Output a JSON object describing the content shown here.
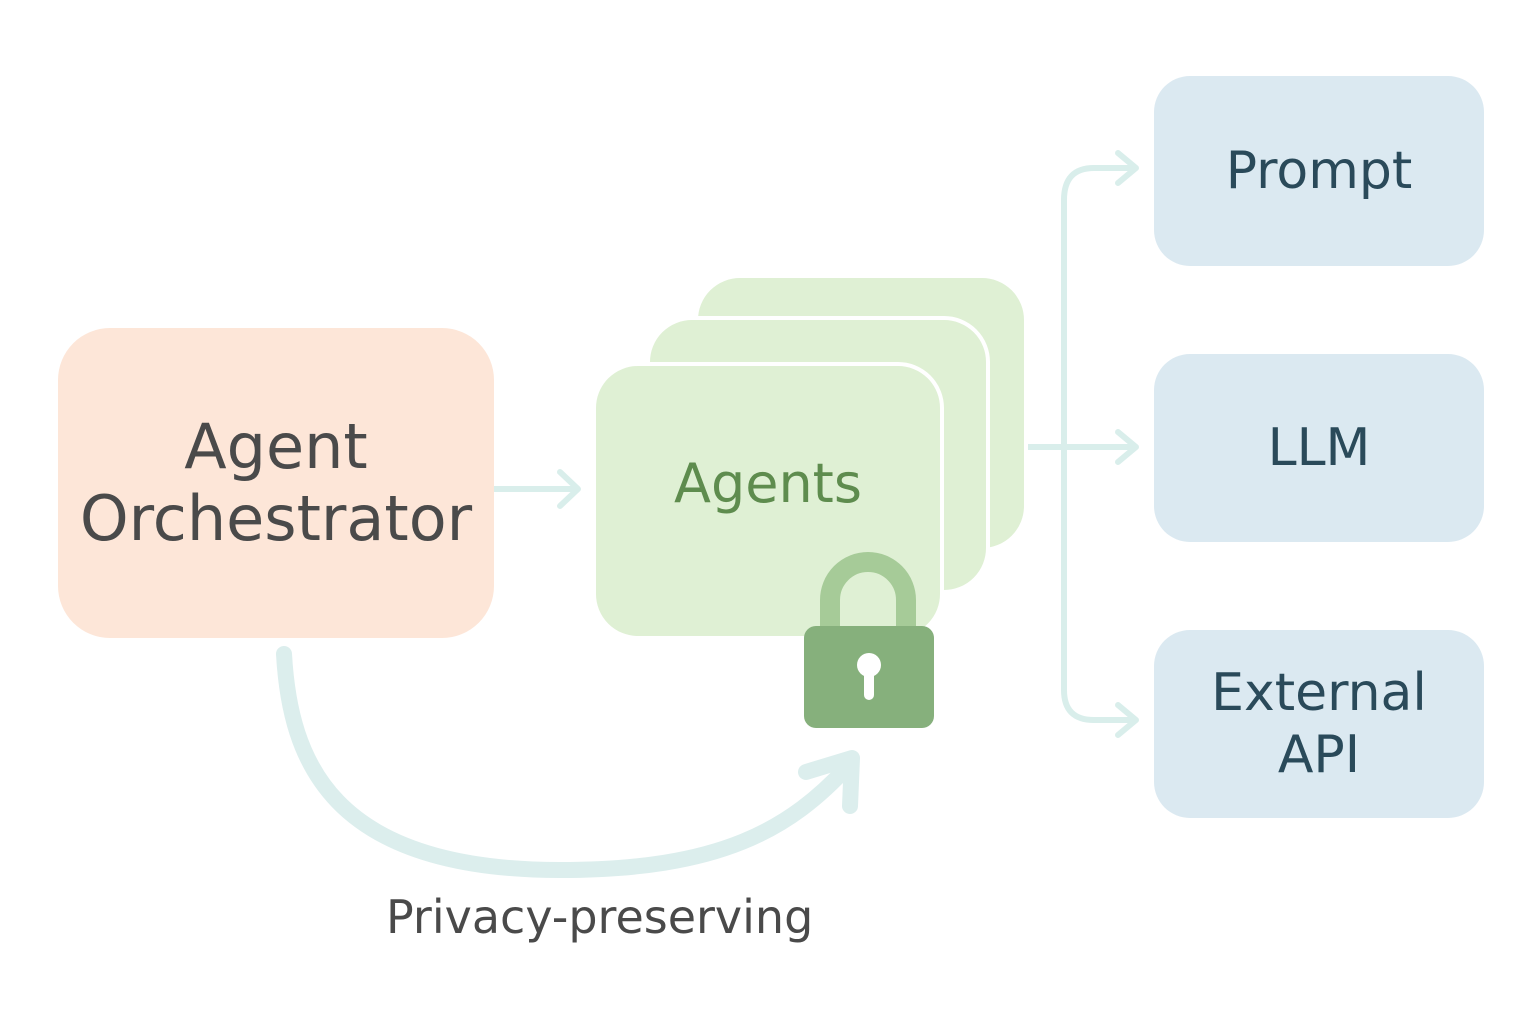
{
  "nodes": {
    "orchestrator": {
      "line1": "Agent",
      "line2": "Orchestrator"
    },
    "agents": {
      "label": "Agents"
    },
    "prompt": {
      "label": "Prompt"
    },
    "llm": {
      "label": "LLM"
    },
    "external_api": {
      "line1": "External",
      "line2": "API"
    }
  },
  "edges": {
    "privacy_label": "Privacy-preserving"
  },
  "icons": {
    "lock": "lock-icon"
  },
  "colors": {
    "orchestrator_fill": "#fde6d8",
    "agents_fill": "#dff0d4",
    "target_fill": "#dbe9f1",
    "connector": "#d9eeeb",
    "lock": "#86b07c",
    "lock_shackle": "#a6cb98"
  }
}
